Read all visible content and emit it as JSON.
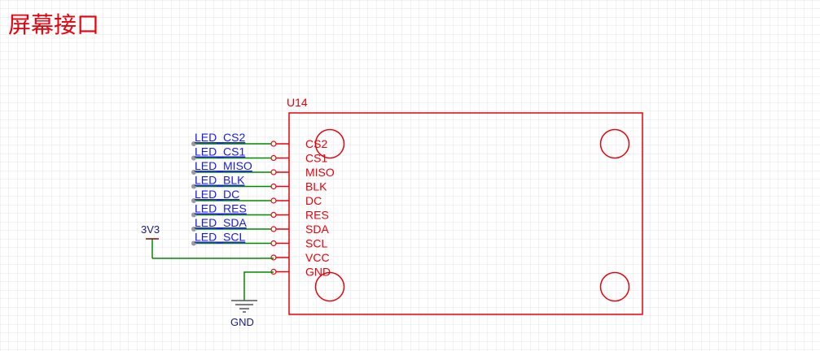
{
  "title": "屏幕接口",
  "colors": {
    "grid": "#e2e2e2",
    "part": "#e8000b",
    "wire": "#008800",
    "net_label": "#1a1ae6",
    "power": "#8b0000",
    "endpoint": "#9a9a9a"
  },
  "component": {
    "designator": "U14",
    "pins": [
      "CS2",
      "CS1",
      "MISO",
      "BLK",
      "DC",
      "RES",
      "SDA",
      "SCL",
      "VCC",
      "GND"
    ]
  },
  "net_labels": [
    "LED_CS2",
    "LED_CS1",
    "LED_MISO",
    "LED_BLK",
    "LED_DC",
    "LED_RES",
    "LED_SDA",
    "LED_SCL"
  ],
  "power": {
    "vcc_label": "3V3",
    "gnd_label": "GND"
  }
}
